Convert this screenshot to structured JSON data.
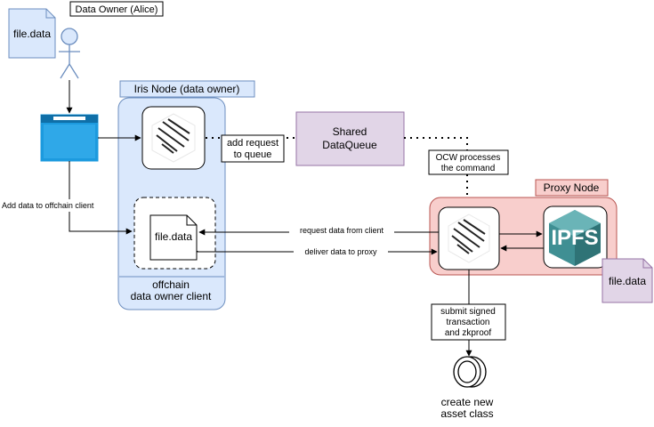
{
  "actor": {
    "label": "Data Owner (Alice)"
  },
  "files": {
    "owner_file": "file.data",
    "client_file": "file.data",
    "proxy_file": "file.data"
  },
  "iris_node": {
    "title": "Iris Node (data owner)"
  },
  "offchain_client": {
    "label_line1": "offchain",
    "label_line2": "data owner client"
  },
  "shared_queue": {
    "line1": "Shared",
    "line2": "DataQueue"
  },
  "proxy_node": {
    "title": "Proxy Node",
    "ipfs_logo_text": "IPFS"
  },
  "edges": {
    "add_data": "Add data to offchain client",
    "add_request_line1": "add request",
    "add_request_line2": "to queue",
    "ocw_line1": "OCW processes",
    "ocw_line2": "the command",
    "request_data": "request data from client",
    "deliver_data": "deliver data to proxy",
    "submit_line1": "submit signed",
    "submit_line2": "transaction",
    "submit_line3": "and zkproof"
  },
  "result": {
    "line1": "create new",
    "line2": "asset class"
  },
  "colors": {
    "iris_fill": "#dae8fc",
    "iris_stroke": "#6c8ebf",
    "queue_fill": "#e1d5e7",
    "queue_stroke": "#9673a6",
    "proxy_fill": "#f8cecc",
    "proxy_stroke": "#b85450",
    "form_blue": "#1c9ade",
    "ipfs_teal": "#3f8f93"
  }
}
